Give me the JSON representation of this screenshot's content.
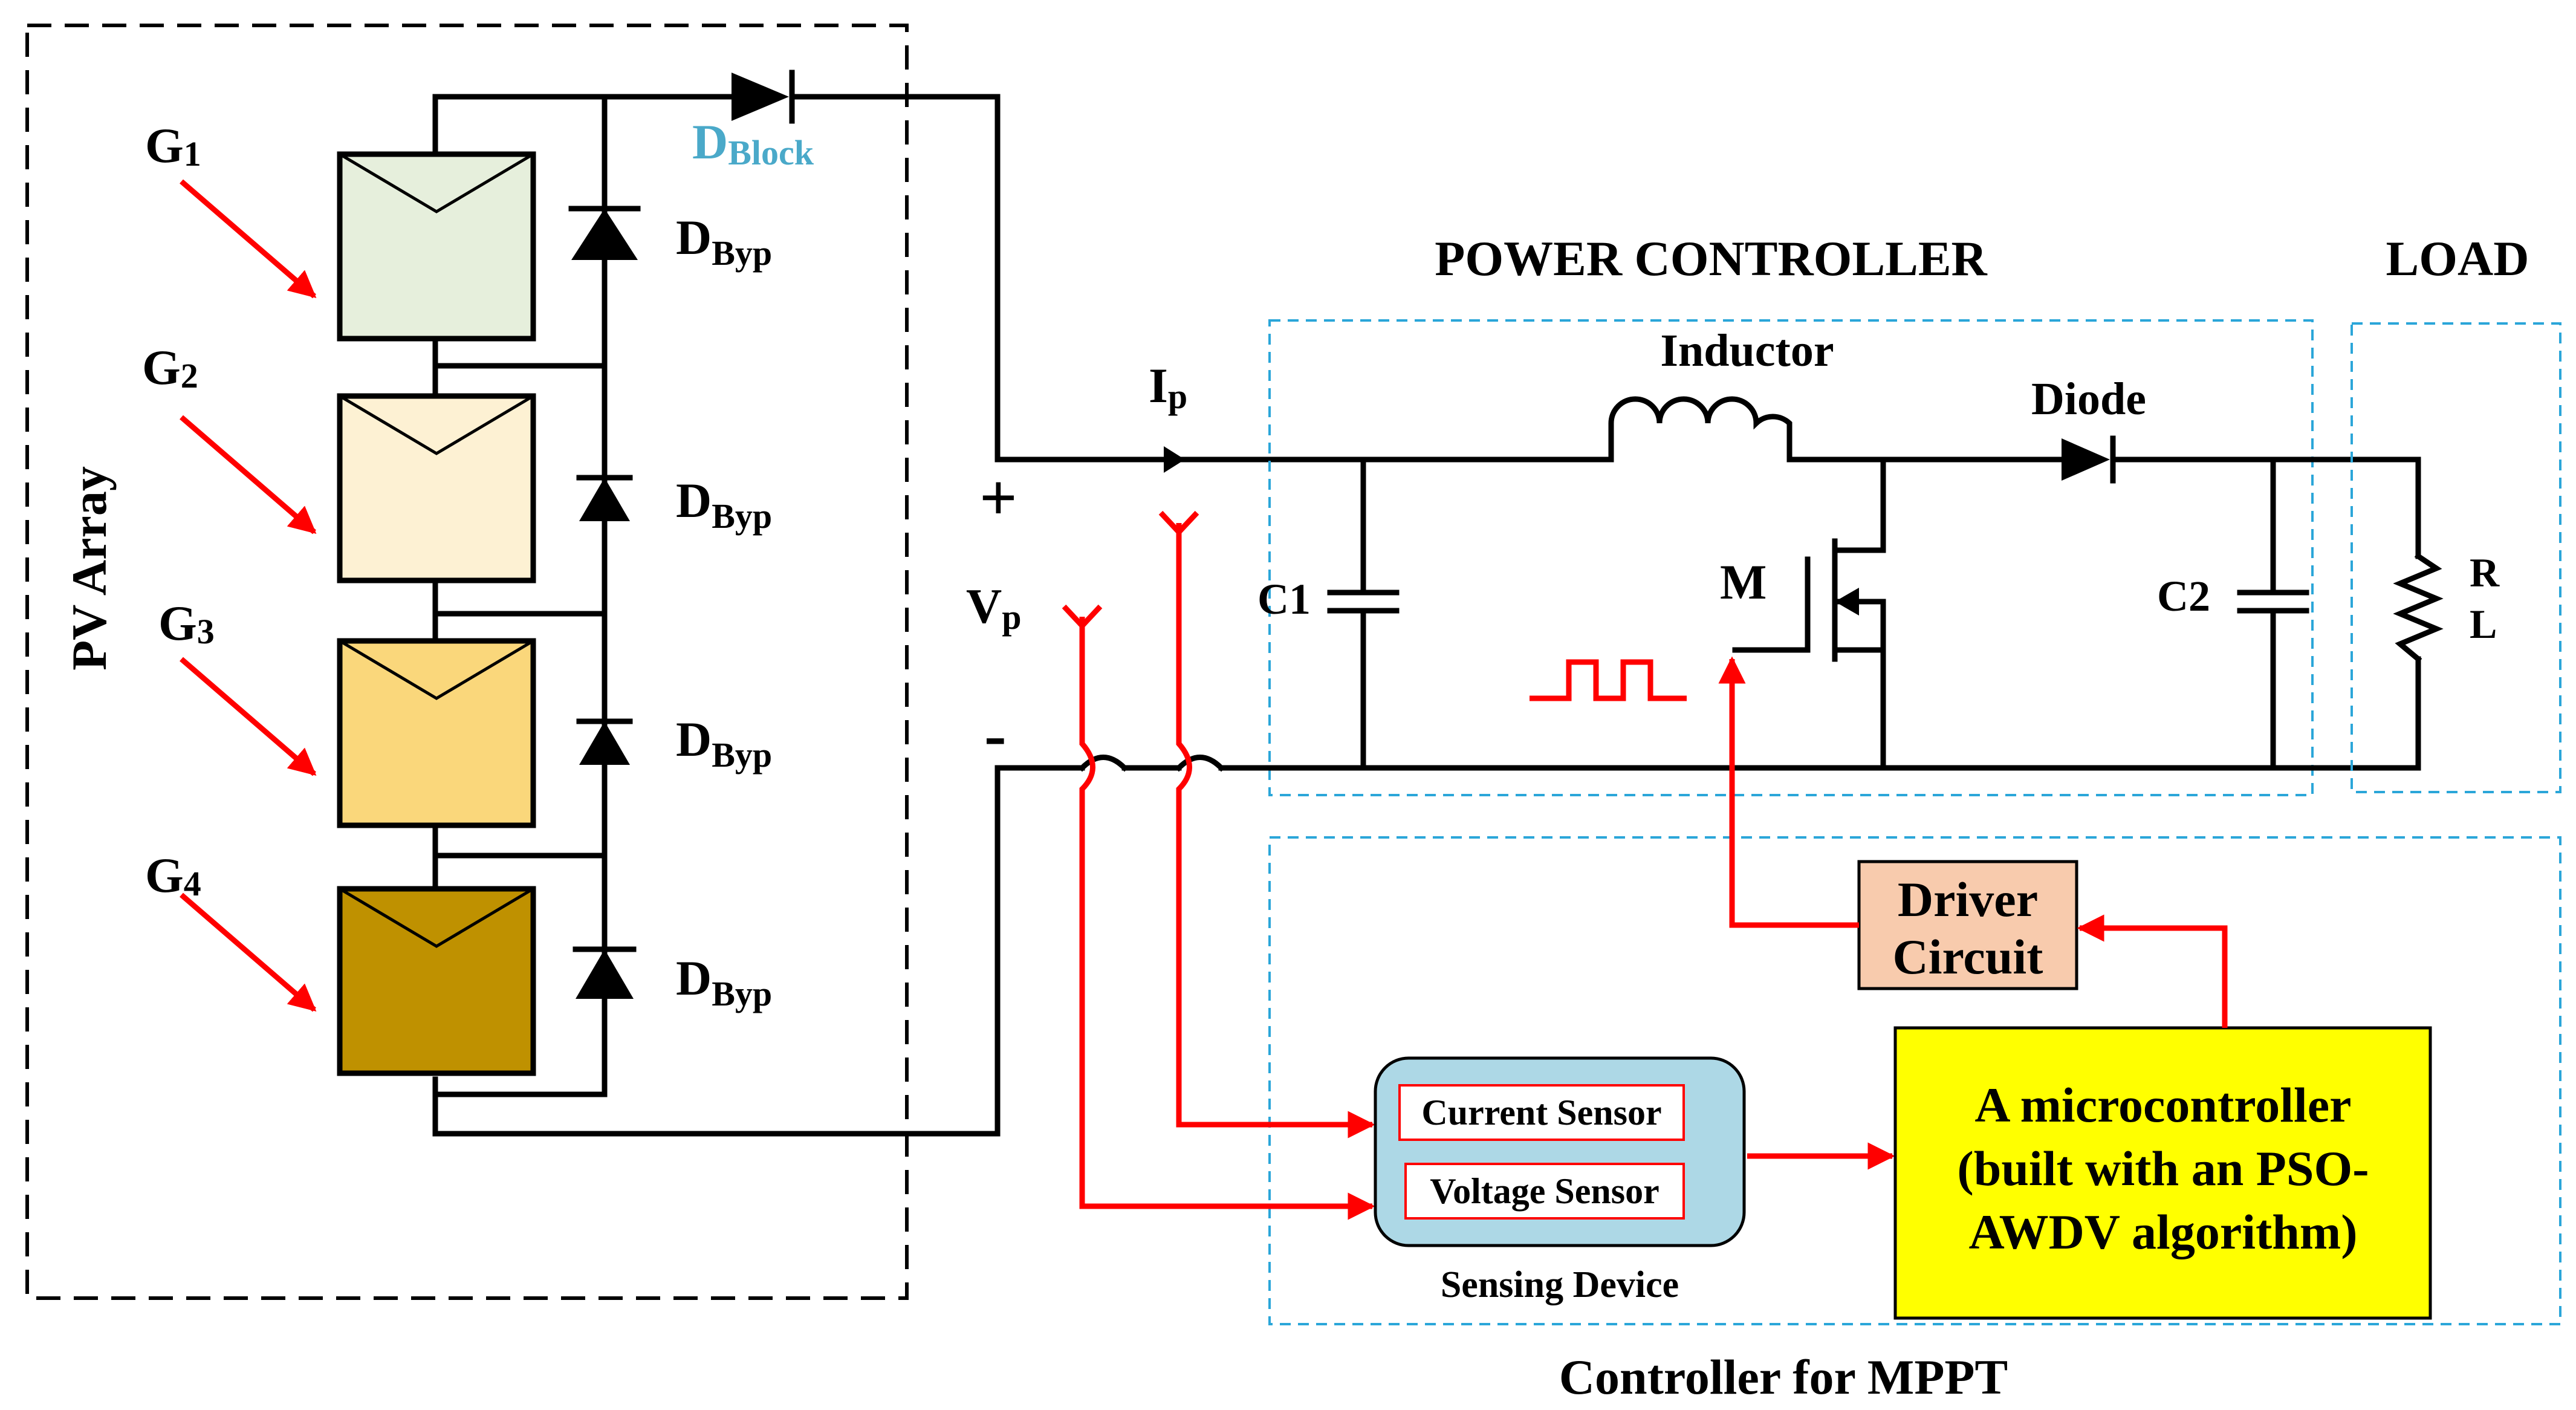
{
  "pv_array": {
    "title": "PV Array",
    "irradiance_labels": [
      {
        "main": "G",
        "sub": "1"
      },
      {
        "main": "G",
        "sub": "2"
      },
      {
        "main": "G",
        "sub": "3"
      },
      {
        "main": "G",
        "sub": "4"
      }
    ],
    "panel_colors": [
      "#e6efdc",
      "#fdf1d3",
      "#fad77b",
      "#bf9100"
    ],
    "bypass_diode": {
      "main": "D",
      "sub": "Byp"
    },
    "blocking_diode": {
      "main": "D",
      "sub": "Block",
      "color": "#4aa9c9"
    }
  },
  "terminals": {
    "current": {
      "main": "I",
      "sub": "p"
    },
    "voltage": {
      "main": "V",
      "sub": "p"
    },
    "plus": "+",
    "minus": "-"
  },
  "power_controller": {
    "title": "POWER CONTROLLER",
    "inductor": "Inductor",
    "diode": "Diode",
    "c1": "C1",
    "c2": "C2",
    "switch": "M"
  },
  "load": {
    "title": "LOAD",
    "resistor_line1": "R",
    "resistor_line2": "L"
  },
  "mppt": {
    "title": "Controller for MPPT",
    "driver": {
      "line1": "Driver",
      "line2": "Circuit",
      "fill": "#f8cbad"
    },
    "sensing_device": {
      "label": "Sensing Device",
      "current_sensor": "Current Sensor",
      "voltage_sensor": "Voltage Sensor",
      "fill": "#add8e6"
    },
    "microcontroller": {
      "line1": "A microcontroller",
      "line2": "(built with an PSO-",
      "line3": "AWDV algorithm)",
      "fill": "#ffff00"
    }
  },
  "colors": {
    "signal": "#ff0000",
    "boundary": "#2ba6d9"
  }
}
